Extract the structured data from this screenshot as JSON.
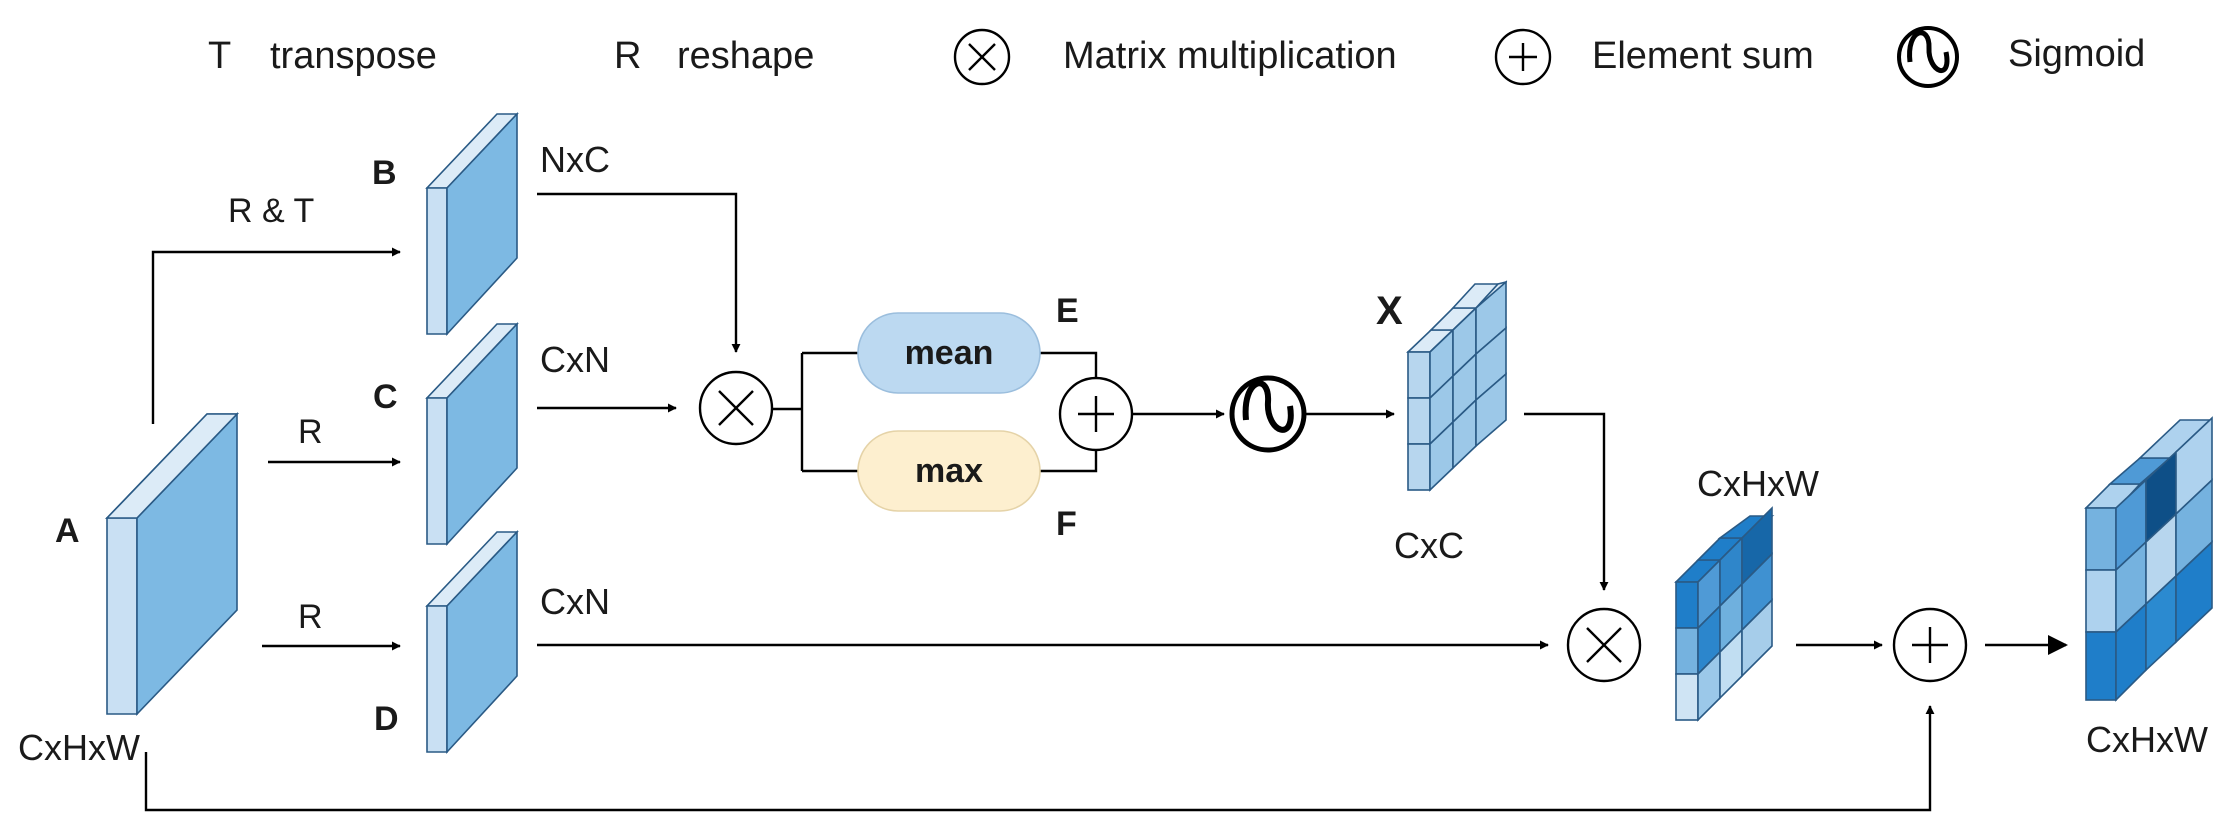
{
  "legend": {
    "transpose_symbol": "T",
    "transpose_label": "transpose",
    "reshape_symbol": "R",
    "reshape_label": "reshape",
    "matmul_label": "Matrix multiplication",
    "sum_label": "Element sum",
    "sigmoid_label": "Sigmoid"
  },
  "tensors": {
    "A": "A",
    "B": "B",
    "C": "C",
    "D": "D",
    "E": "E",
    "F": "F",
    "X": "X"
  },
  "dims": {
    "input": "CxHxW",
    "b_shape": "NxC",
    "c_shape": "CxN",
    "d_shape": "CxN",
    "x_shape": "CxC",
    "mid": "CxHxW",
    "output": "CxHxW"
  },
  "ops": {
    "rt": "R & T",
    "r1": "R",
    "r2": "R"
  },
  "pooling": {
    "mean": "mean",
    "max": "max"
  },
  "colors": {
    "plane_front": "#c9e0f3",
    "plane_face": "#7db9e3",
    "plane_top": "#dcebf7",
    "mean_fill": "#bcd9f1",
    "max_fill": "#fdefcf"
  }
}
